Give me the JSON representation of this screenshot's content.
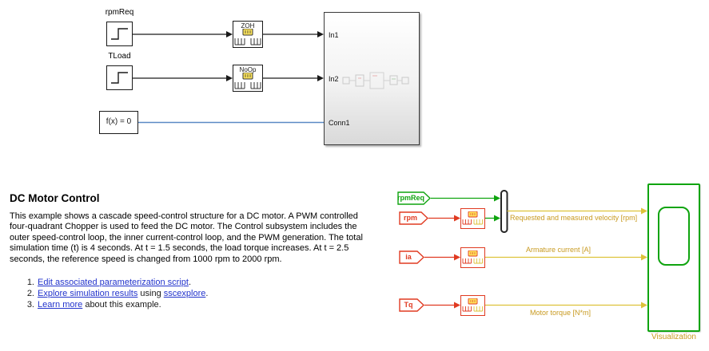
{
  "colors": {
    "green": "#0fa40f",
    "red": "#e03a21",
    "yellow": "#ddc23a",
    "gold": "#c89a20",
    "blue": "#5b8ac5",
    "link": "#2233cc"
  },
  "diagram": {
    "step1_label": "rpmReq",
    "step2_label": "TLoad",
    "zoh_label": "ZOH",
    "noop_label": "NoOp",
    "solver_label": "f(x) = 0",
    "ports": {
      "in1": "In1",
      "in2": "In2",
      "conn1": "Conn1"
    }
  },
  "description": {
    "title": "DC Motor Control",
    "body": "This example shows a cascade speed-control structure for a DC motor. A PWM controlled four-quadrant Chopper is used to feed the DC motor. The Control subsystem includes the outer speed-control loop, the inner current-control loop, and the PWM generation. The total simulation time (t) is 4 seconds. At t = 1.5 seconds, the load torque increases. At t = 2.5 seconds, the reference speed is changed from 1000 rpm to 2000 rpm.",
    "items": [
      {
        "num": "1.",
        "link1": "Edit associated parameterization script",
        "after": "."
      },
      {
        "num": "2.",
        "link1": "Explore simulation results",
        "mid": " using ",
        "link2": "sscexplore",
        "after": "."
      },
      {
        "num": "3.",
        "link1": "Learn more",
        "after": " about this example."
      }
    ]
  },
  "signals": {
    "tag_rpmreq": "rpmReq",
    "tag_rpm": "rpm",
    "tag_ia": "ia",
    "tag_tq": "Tq",
    "label_velocity": "Requested and measured velocity [rpm]",
    "label_current": "Armature current [A]",
    "label_torque": "Motor torque [N*m]",
    "visualization": "Visualization"
  }
}
